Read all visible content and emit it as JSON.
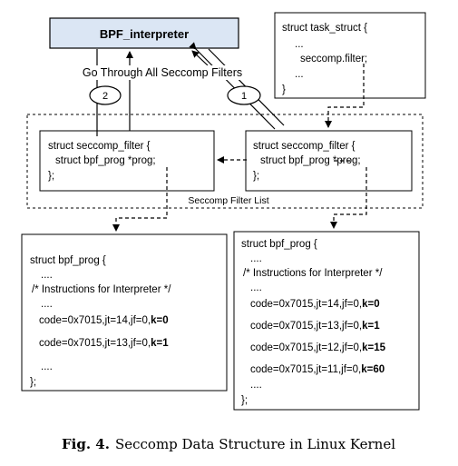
{
  "interpreter": {
    "label": "BPF_interpreter",
    "fill": "#dbe6f4"
  },
  "go_through": "Go Through All Seccomp Filters",
  "step1": "1",
  "step2": "2",
  "task_struct": {
    "lines": [
      "struct task_struct {",
      "...",
      "seccomp.filter;",
      "...",
      "}"
    ]
  },
  "filter_list": {
    "label": "Seccomp Filter List",
    "filter_left": [
      "struct seccomp_filter {",
      "struct bpf_prog *prog;",
      "};"
    ],
    "filter_right": [
      "struct seccomp_filter {",
      "struct bpf_prog *prog;",
      "};"
    ]
  },
  "prog_left": {
    "header": [
      "struct bpf_prog {",
      "....",
      "/* Instructions for Interpreter */",
      "...."
    ],
    "rows": [
      {
        "code": "code=0x7015,jt=14,jf=0,",
        "k": "k=0"
      },
      {
        "code": "code=0x7015,jt=13,jf=0,",
        "k": "k=1"
      }
    ],
    "footer": [
      "....",
      "};"
    ]
  },
  "prog_right": {
    "header": [
      "struct bpf_prog {",
      "....",
      "/* Instructions for Interpreter */",
      "...."
    ],
    "rows": [
      {
        "code": "code=0x7015,jt=14,jf=0,",
        "k": "k=0"
      },
      {
        "code": "code=0x7015,jt=13,jf=0,",
        "k": "k=1"
      },
      {
        "code": "code=0x7015,jt=12,jf=0,",
        "k": "k=15"
      },
      {
        "code": "code=0x7015,jt=11,jf=0,",
        "k": "k=60"
      }
    ],
    "footer": [
      "....",
      "};"
    ]
  },
  "caption": {
    "label": "Fig. 4.",
    "text": "Seccomp Data Structure in Linux Kernel"
  }
}
